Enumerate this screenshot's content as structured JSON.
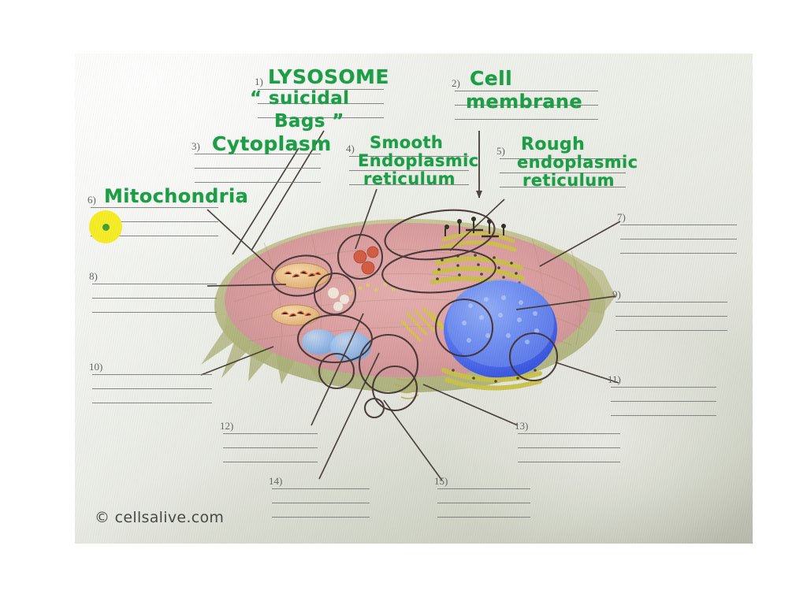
{
  "worksheet": {
    "copyright": "© cellsalive.com",
    "cursor_highlight_color": "#f5ec1f",
    "cursor_dot_color": "#3f9a2e",
    "handwriting_color": "#149a3f",
    "blank_line_color": "#6d7070"
  },
  "answers": [
    {
      "number": "1)",
      "text": "LYSOSOME",
      "text2": "“ suicidal",
      "text3": "Bags ”",
      "filled": true
    },
    {
      "number": "2)",
      "text": "Cell",
      "text2": "membrane",
      "text3": "",
      "filled": true
    },
    {
      "number": "3)",
      "text": "Cytoplasm",
      "text2": "",
      "text3": "",
      "filled": true
    },
    {
      "number": "4)",
      "text": "Smooth",
      "text2": "Endoplasmic",
      "text3": "reticulum",
      "filled": true
    },
    {
      "number": "5)",
      "text": "Rough",
      "text2": "endoplasmic",
      "text3": "reticulum",
      "filled": true
    },
    {
      "number": "6)",
      "text": "Mitochondria",
      "text2": "",
      "text3": "",
      "filled": true
    },
    {
      "number": "7)",
      "text": "",
      "text2": "",
      "text3": "",
      "filled": false
    },
    {
      "number": "8)",
      "text": "",
      "text2": "",
      "text3": "",
      "filled": false
    },
    {
      "number": "9)",
      "text": "",
      "text2": "",
      "text3": "",
      "filled": false
    },
    {
      "number": "10)",
      "text": "",
      "text2": "",
      "text3": "",
      "filled": false
    },
    {
      "number": "11)",
      "text": "",
      "text2": "",
      "text3": "",
      "filled": false
    },
    {
      "number": "12)",
      "text": "",
      "text2": "",
      "text3": "",
      "filled": false
    },
    {
      "number": "13)",
      "text": "",
      "text2": "",
      "text3": "",
      "filled": false
    },
    {
      "number": "14)",
      "text": "",
      "text2": "",
      "text3": "",
      "filled": false
    },
    {
      "number": "15)",
      "text": "",
      "text2": "",
      "text3": "",
      "filled": false
    }
  ],
  "diagram": {
    "title": "animal cell cross-section illustration",
    "organelles": [
      "cytoplasm",
      "cell-membrane",
      "nucleus",
      "nucleolus",
      "rough-endoplasmic-reticulum",
      "smooth-endoplasmic-reticulum",
      "golgi-apparatus",
      "mitochondria",
      "lysosomes",
      "vesicles",
      "centrioles",
      "microvilli"
    ],
    "colors": {
      "cytoplasm": "#d99a9c",
      "membrane": "#a8ab6d",
      "nucleus": "#3f5fe0",
      "er": "#d8d24a",
      "mitochondria": "#e8713a",
      "vesicle": "#6aa6e8"
    }
  }
}
